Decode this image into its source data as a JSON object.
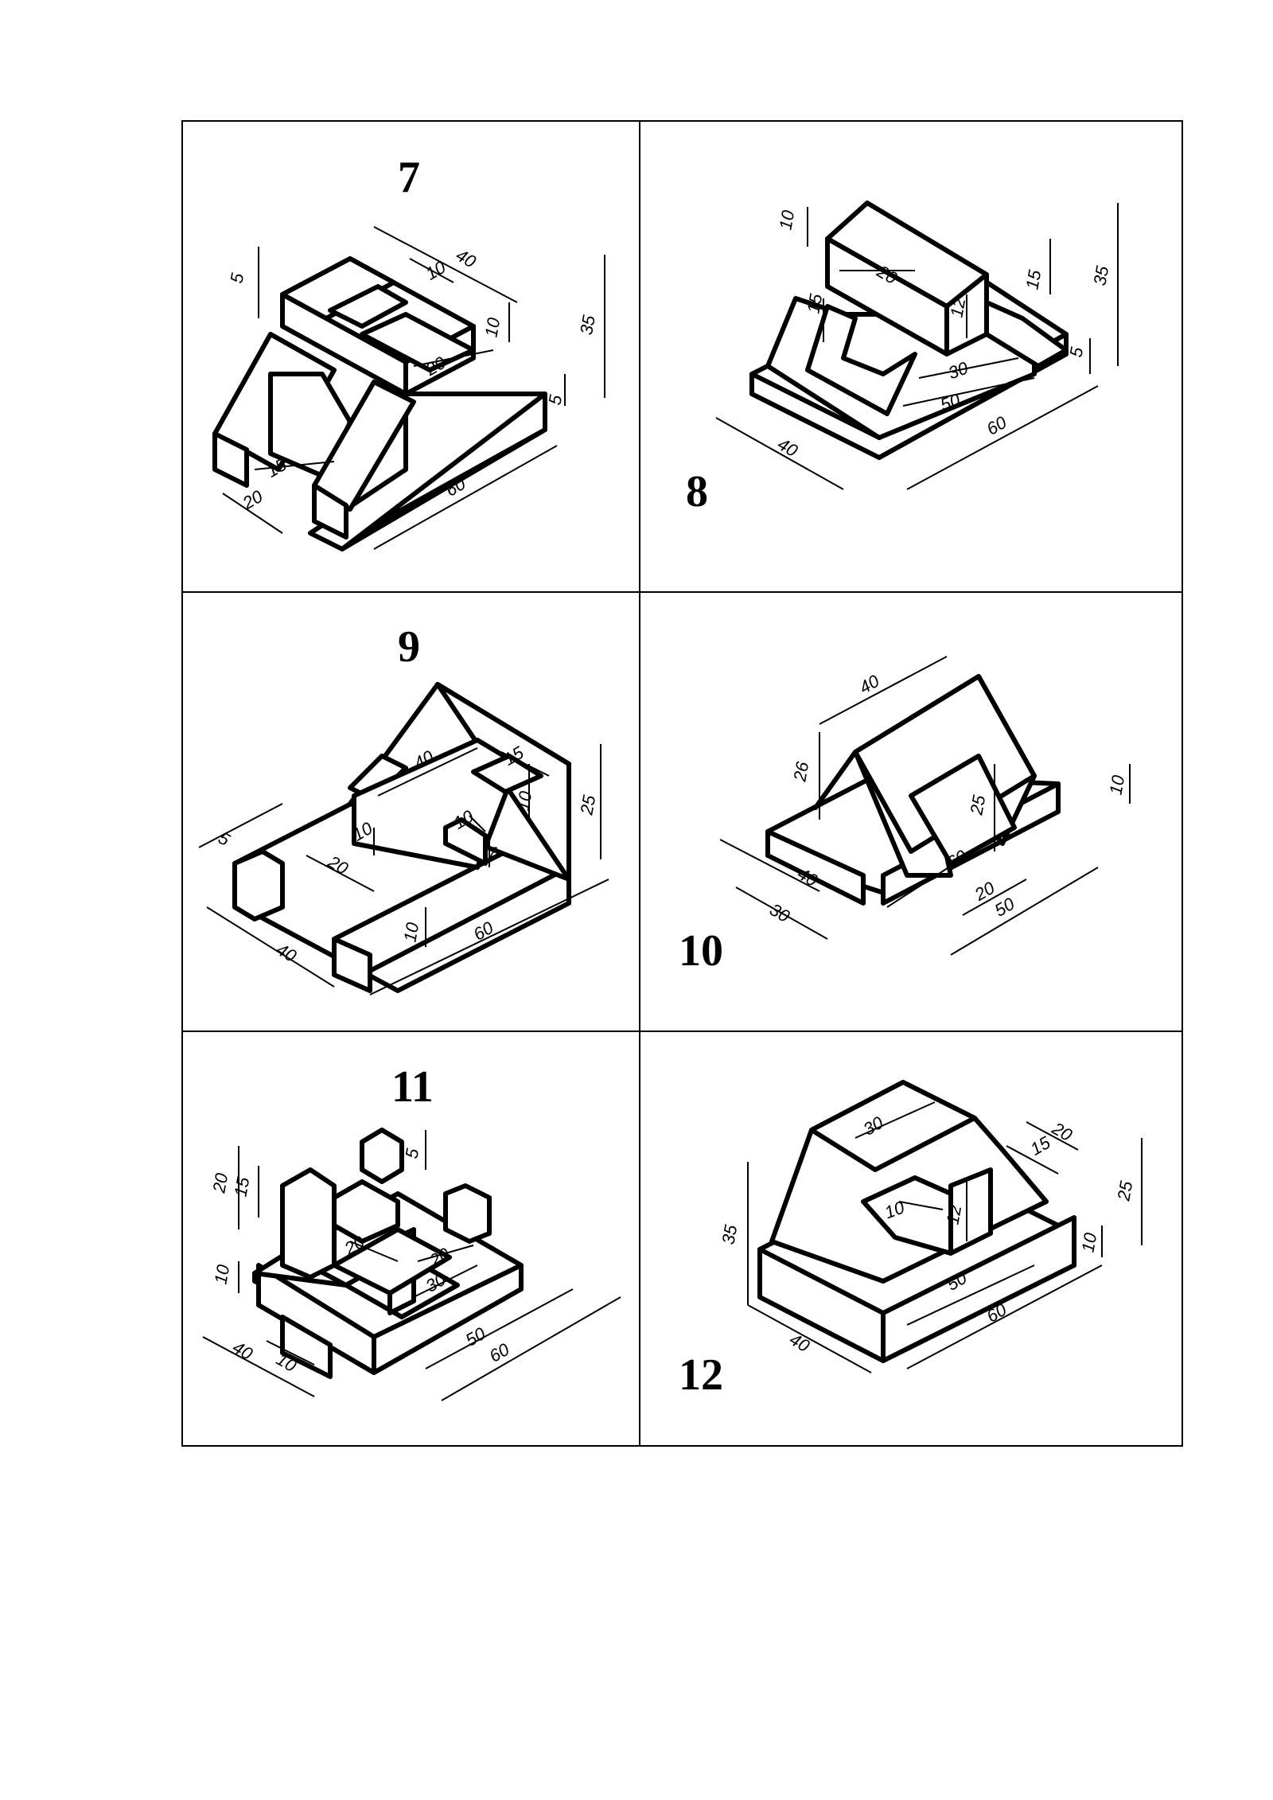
{
  "exercises": [
    {
      "number": "7",
      "dims": [
        "5",
        "40",
        "10",
        "35",
        "10",
        "20",
        "5",
        "15",
        "20",
        "60"
      ]
    },
    {
      "number": "8",
      "dims": [
        "10",
        "20",
        "15",
        "35",
        "15",
        "12",
        "5",
        "30",
        "50",
        "40",
        "60"
      ]
    },
    {
      "number": "9",
      "dims": [
        "5",
        "40",
        "15",
        "10",
        "25",
        "10",
        "10",
        "7",
        "20",
        "40",
        "10",
        "60"
      ]
    },
    {
      "number": "10",
      "dims": [
        "40",
        "26",
        "25",
        "10",
        "40",
        "30",
        "60",
        "20",
        "50"
      ]
    },
    {
      "number": "11",
      "dims": [
        "20",
        "15",
        "5",
        "20",
        "10",
        "20",
        "30",
        "40",
        "10",
        "50",
        "60"
      ]
    },
    {
      "number": "12",
      "dims": [
        "30",
        "20",
        "15",
        "25",
        "35",
        "10",
        "12",
        "10",
        "50",
        "40",
        "60"
      ]
    }
  ]
}
